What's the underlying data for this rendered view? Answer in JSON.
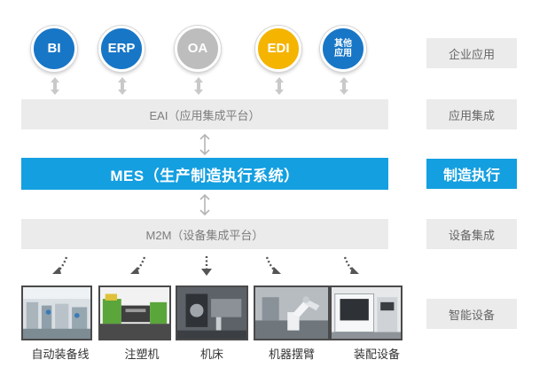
{
  "apps": [
    {
      "label": "BI",
      "color": "#1876c6"
    },
    {
      "label": "ERP",
      "color": "#1876c6"
    },
    {
      "label": "OA",
      "color": "#bdbdbd"
    },
    {
      "label": "EDI",
      "color": "#f4b400"
    },
    {
      "label": "其他\n应用",
      "color": "#1876c6"
    }
  ],
  "eai_label": "EAI（应用集成平台）",
  "mes_label": "MES（生产制造执行系统）",
  "m2m_label": "M2M（设备集成平台）",
  "side": {
    "enterprise": "企业应用",
    "integration": "应用集成",
    "execution": "制造执行",
    "equipment_integration": "设备集成",
    "smart_equipment": "智能设备"
  },
  "devices": [
    {
      "label": "自动装备线"
    },
    {
      "label": "注塑机"
    },
    {
      "label": "机床"
    },
    {
      "label": "机器摆臂"
    },
    {
      "label": "装配设备"
    }
  ],
  "colors": {
    "accent": "#149fe0",
    "panel": "#ebebeb"
  }
}
